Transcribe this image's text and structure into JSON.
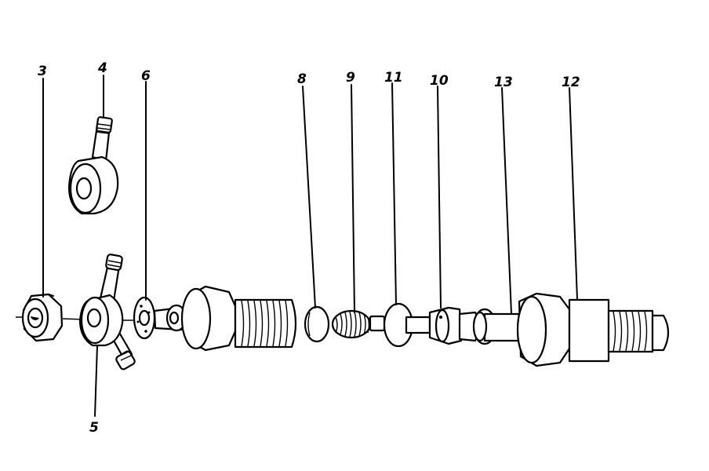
{
  "callouts": {
    "p3": "3",
    "p4": "4",
    "p5": "5",
    "p6": "6",
    "p8": "8",
    "p9": "9",
    "p10": "10",
    "p11": "11",
    "p12": "12",
    "p13": "13"
  }
}
